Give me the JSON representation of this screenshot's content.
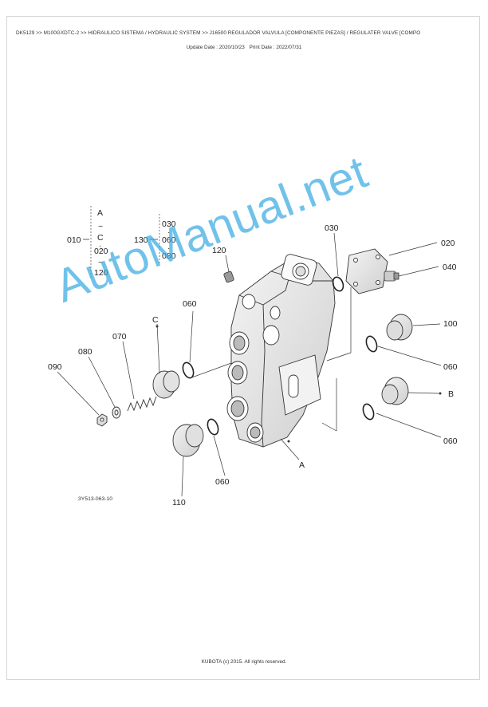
{
  "header": {
    "breadcrumb": "DK5129 >> M100GXDTC-2 >> HIDRAULICO SISTEMA / HYDRAULIC SYSTEM >> J16500   REGULADOR VALVULA [COMPONENTE PIEZAS] / REGULATER VALVE [COMPO",
    "update_date": "Update Date : 2020/10/23",
    "print_date": "Print Date : 2022/07/31"
  },
  "diagram": {
    "figure_code": "3Y513-063-10",
    "legend_010": {
      "ref": "010",
      "items": [
        "A",
        "~",
        "C",
        "·",
        "020",
        "~",
        "120"
      ]
    },
    "legend_130": {
      "ref": "130",
      "items": [
        "030",
        "·",
        "060",
        "·",
        "080"
      ]
    },
    "callouts": {
      "c120": "120",
      "c030": "030",
      "c020": "020",
      "c040": "040",
      "c100": "100",
      "c060_right_top": "060",
      "c060_right_bottom": "060",
      "c060_left": "060",
      "c060_bottom": "060",
      "c070": "070",
      "c080": "080",
      "c090": "090",
      "c110": "110",
      "lC": "C",
      "lB": "B",
      "lA": "A"
    }
  },
  "watermark": "AutoManual.net",
  "footer": {
    "copyright": "KUBOTA (c) 2015. All rights reserved."
  }
}
